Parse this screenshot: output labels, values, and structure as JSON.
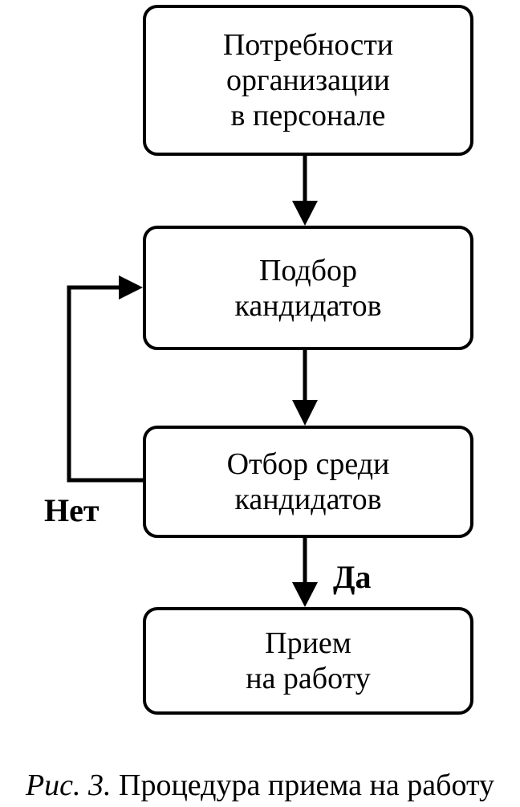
{
  "diagram": {
    "boxes": {
      "needs": {
        "lines": [
          "Потребности",
          "организации",
          "в персонале"
        ]
      },
      "search": {
        "lines": [
          "Подбор",
          "кандидатов"
        ]
      },
      "select": {
        "lines": [
          "Отбор среди",
          "кандидатов"
        ]
      },
      "hire": {
        "lines": [
          "Прием",
          "на работу"
        ]
      }
    },
    "labels": {
      "no": "Нет",
      "yes": "Да"
    }
  },
  "caption": {
    "figure": "Рис. 3.",
    "text": "Процедура приема на работу"
  }
}
